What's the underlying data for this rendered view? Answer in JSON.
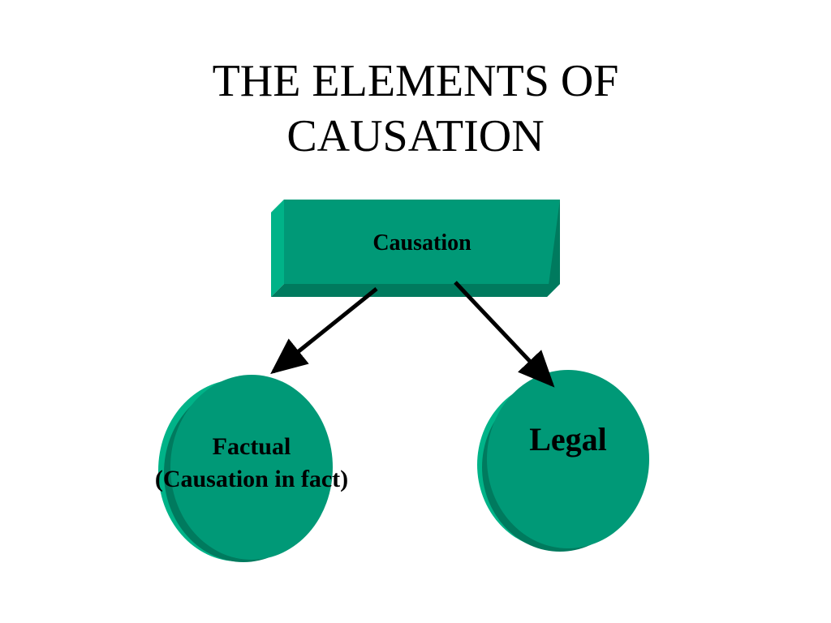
{
  "slide": {
    "title_lines": [
      "THE ELEMENTS OF",
      "CAUSATION"
    ]
  },
  "diagram": {
    "root": {
      "label": "Causation"
    },
    "children": [
      {
        "label_lines": [
          "Factual",
          "(Causation in fact)"
        ]
      },
      {
        "label": "Legal"
      }
    ]
  },
  "colors": {
    "face": "#009977",
    "bevel_light": "#00b388",
    "bevel_dark": "#007a5e",
    "outline": "#005a44",
    "arrow": "#000000",
    "text": "#000000",
    "background": "#ffffff"
  }
}
